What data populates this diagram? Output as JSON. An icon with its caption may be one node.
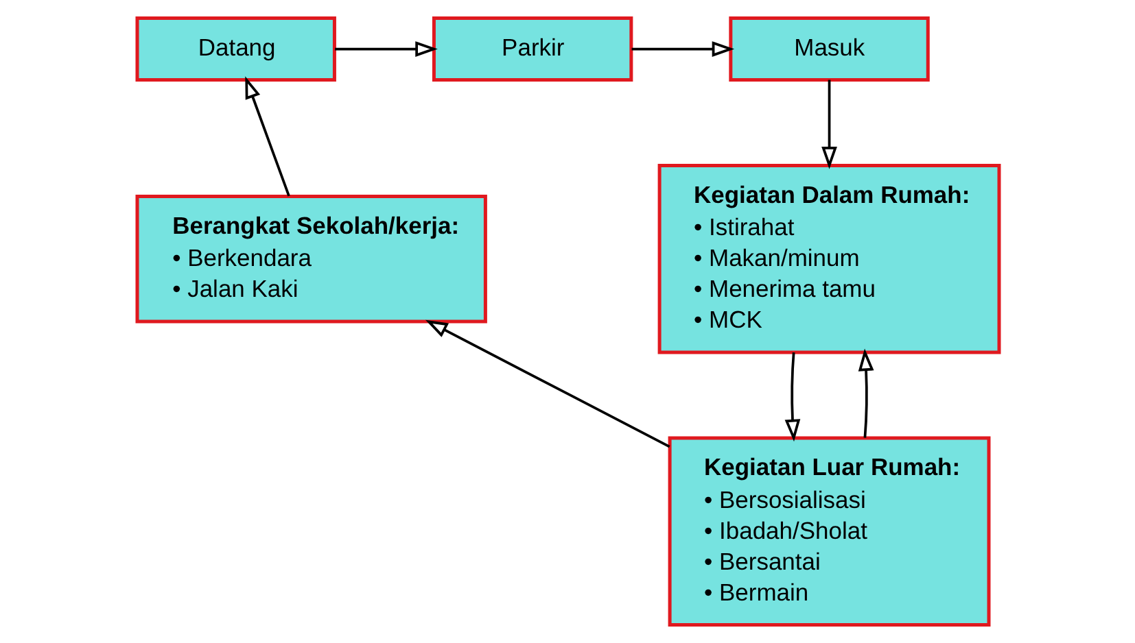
{
  "diagram": {
    "nodes": [
      {
        "text": [
          "Datang"
        ]
      },
      {
        "text": [
          "Parkir"
        ]
      },
      {
        "text": [
          "Masuk"
        ]
      },
      {
        "text": [
          "Kegiatan Dalam Rumah:",
          "• Istirahat",
          "• Makan/minum",
          "• Menerima tamu",
          "• MCK"
        ]
      },
      {
        "text": [
          "Kegiatan Luar Rumah:",
          "• Bersosialisasi",
          "• Ibadah/Sholat",
          "• Bersantai",
          "• Bermain"
        ]
      },
      {
        "text": [
          "Berangkat Sekolah/kerja:",
          "• Berkendara",
          "• Jalan Kaki"
        ]
      }
    ],
    "edges": [
      {
        "from": 0,
        "to": 1,
        "arrow": "to"
      },
      {
        "from": 1,
        "to": 2,
        "arrow": "to"
      },
      {
        "from": 2,
        "to": 3,
        "arrow": "to"
      },
      {
        "from": 3,
        "to": 4,
        "arrow": "to"
      },
      {
        "from": 4,
        "to": 3,
        "arrow": "to"
      },
      {
        "from": 4,
        "to": 5,
        "arrow": "to"
      },
      {
        "from": 5,
        "to": 0,
        "arrow": "to"
      }
    ]
  }
}
